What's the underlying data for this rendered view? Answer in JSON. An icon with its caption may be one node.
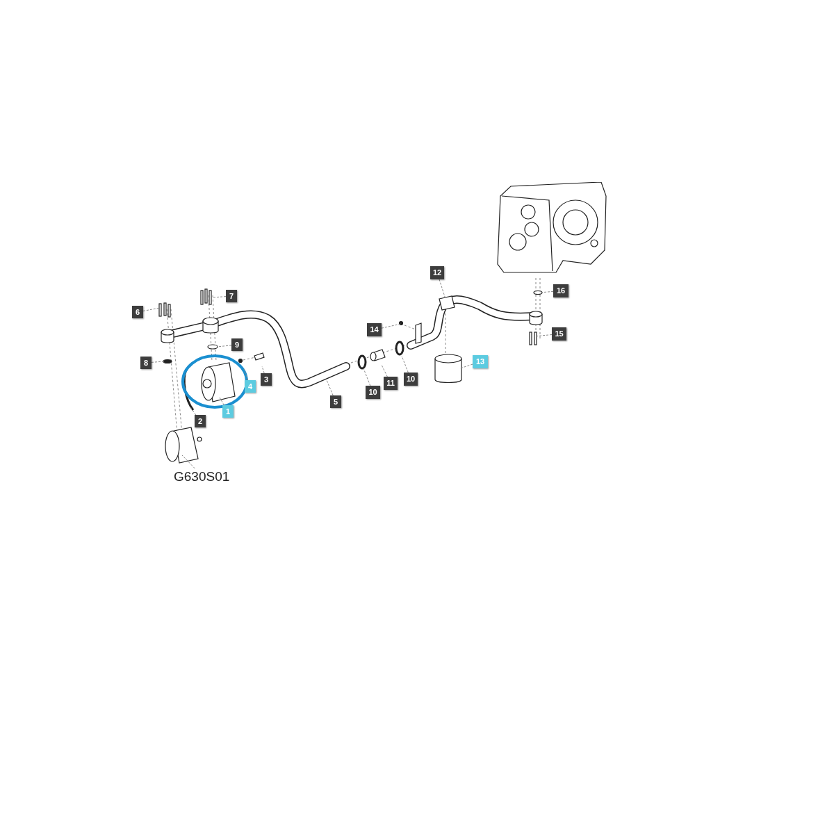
{
  "diagram": {
    "nodes": [
      {
        "text": [
          "12"
        ]
      },
      {
        "text": [
          "7"
        ]
      },
      {
        "text": [
          "16"
        ]
      },
      {
        "text": [
          "6"
        ]
      },
      {
        "text": [
          "14"
        ]
      },
      {
        "text": [
          "15"
        ]
      },
      {
        "text": [
          "9"
        ]
      },
      {
        "text": [
          "13"
        ]
      },
      {
        "text": [
          "8"
        ]
      },
      {
        "text": [
          "3"
        ]
      },
      {
        "text": [
          "10"
        ]
      },
      {
        "text": [
          "11"
        ]
      },
      {
        "text": [
          "4"
        ]
      },
      {
        "text": [
          "10"
        ]
      },
      {
        "text": [
          "5"
        ]
      },
      {
        "text": [
          "1"
        ]
      },
      {
        "text": [
          "2"
        ]
      },
      {
        "text": [
          "G630S01"
        ]
      }
    ],
    "edges": [
      {
        "from": 0,
        "to": null,
        "arrow": "none"
      },
      {
        "from": 1,
        "to": null,
        "arrow": "none"
      },
      {
        "from": 2,
        "to": null,
        "arrow": "none"
      },
      {
        "from": 3,
        "to": null,
        "arrow": "none"
      },
      {
        "from": 4,
        "to": null,
        "arrow": "none"
      },
      {
        "from": 5,
        "to": null,
        "arrow": "none"
      },
      {
        "from": 6,
        "to": null,
        "arrow": "none"
      },
      {
        "from": 7,
        "to": null,
        "arrow": "none"
      },
      {
        "from": 8,
        "to": null,
        "arrow": "none"
      },
      {
        "from": 9,
        "to": null,
        "arrow": "none"
      },
      {
        "from": 10,
        "to": null,
        "arrow": "none"
      },
      {
        "from": 11,
        "to": null,
        "arrow": "none"
      },
      {
        "from": 12,
        "to": null,
        "arrow": "none"
      },
      {
        "from": 13,
        "to": null,
        "arrow": "none"
      },
      {
        "from": 14,
        "to": null,
        "arrow": "none"
      },
      {
        "from": 15,
        "to": null,
        "arrow": "none"
      },
      {
        "from": 16,
        "to": null,
        "arrow": "none"
      },
      {
        "from": 17,
        "to": null,
        "arrow": "none"
      }
    ]
  }
}
